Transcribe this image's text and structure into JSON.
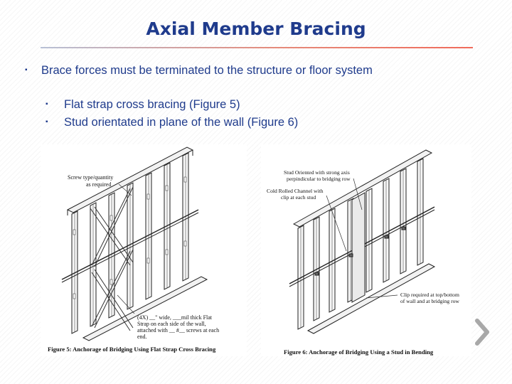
{
  "slide": {
    "title": "Axial Member Bracing",
    "bullets": [
      {
        "text": "Brace forces must be terminated to the structure or floor system",
        "sub_bullets": [
          {
            "text": "Flat strap cross bracing (Figure 5)"
          },
          {
            "text": "Stud orientated in plane of the wall (Figure 6)"
          }
        ]
      }
    ],
    "figure_5": {
      "callouts": {
        "screw_line1": "Screw type/quantity",
        "screw_line2": "as required",
        "strap_line1": "(4X) __\" wide, ___mil thick Flat",
        "strap_line2": "Strap on each side of the wall,",
        "strap_line3": "attached with __ #__ screws at each",
        "strap_line4": "end."
      },
      "caption": "Figure 5:  Anchorage of Bridging Using Flat Strap Cross Bracing"
    },
    "figure_6": {
      "callouts": {
        "stud_line1": "Stud Oriented with strong axis",
        "stud_line2": "perpindicular to bridging row",
        "channel_line1": "Cold Rolled Channel with",
        "channel_line2": "clip at each stud",
        "clip_line1": "Clip required at top/bottom",
        "clip_line2": "of wall and at bridging row"
      },
      "caption": "Figure 6:  Anchorage of Bridging Using a Stud in Bending"
    },
    "colors": {
      "title": "#1f3b8c",
      "text": "#1f3b8c",
      "rule": "#f06b5b",
      "chevron": "#a8a8a8"
    },
    "icons": {
      "bullet_marker": "square-bullet-icon",
      "next": "chevron-right-icon"
    }
  }
}
